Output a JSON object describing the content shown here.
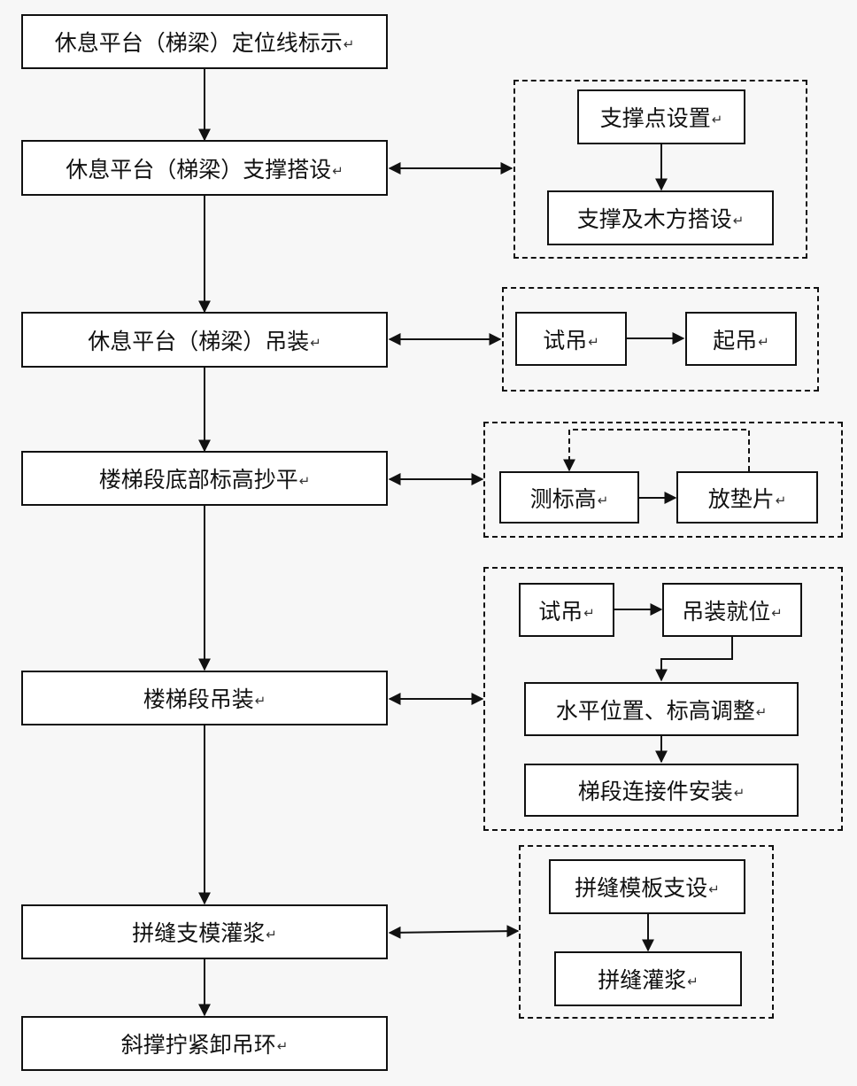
{
  "return_mark": "↵",
  "main_steps": [
    {
      "label": "休息平台（梯梁）定位线标示"
    },
    {
      "label": "休息平台（梯梁）支撑搭设"
    },
    {
      "label": "休息平台（梯梁）吊装"
    },
    {
      "label": "楼梯段底部标高抄平"
    },
    {
      "label": "楼梯段吊装"
    },
    {
      "label": "拼缝支模灌浆"
    },
    {
      "label": "斜撑拧紧卸吊环"
    }
  ],
  "sub_groups": [
    {
      "name": "support-setup",
      "steps": [
        {
          "label": "支撑点设置"
        },
        {
          "label": "支撑及木方搭设"
        }
      ]
    },
    {
      "name": "platform-hoisting",
      "steps": [
        {
          "label": "试吊"
        },
        {
          "label": "起吊"
        }
      ]
    },
    {
      "name": "elevation-leveling",
      "steps": [
        {
          "label": "测标高"
        },
        {
          "label": "放垫片"
        }
      ]
    },
    {
      "name": "stair-hoisting",
      "steps": [
        {
          "label": "试吊"
        },
        {
          "label": "吊装就位"
        },
        {
          "label": "水平位置、标高调整"
        },
        {
          "label": "梯段连接件安装"
        }
      ]
    },
    {
      "name": "joint-grouting",
      "steps": [
        {
          "label": "拼缝模板支设"
        },
        {
          "label": "拼缝灌浆"
        }
      ]
    }
  ]
}
